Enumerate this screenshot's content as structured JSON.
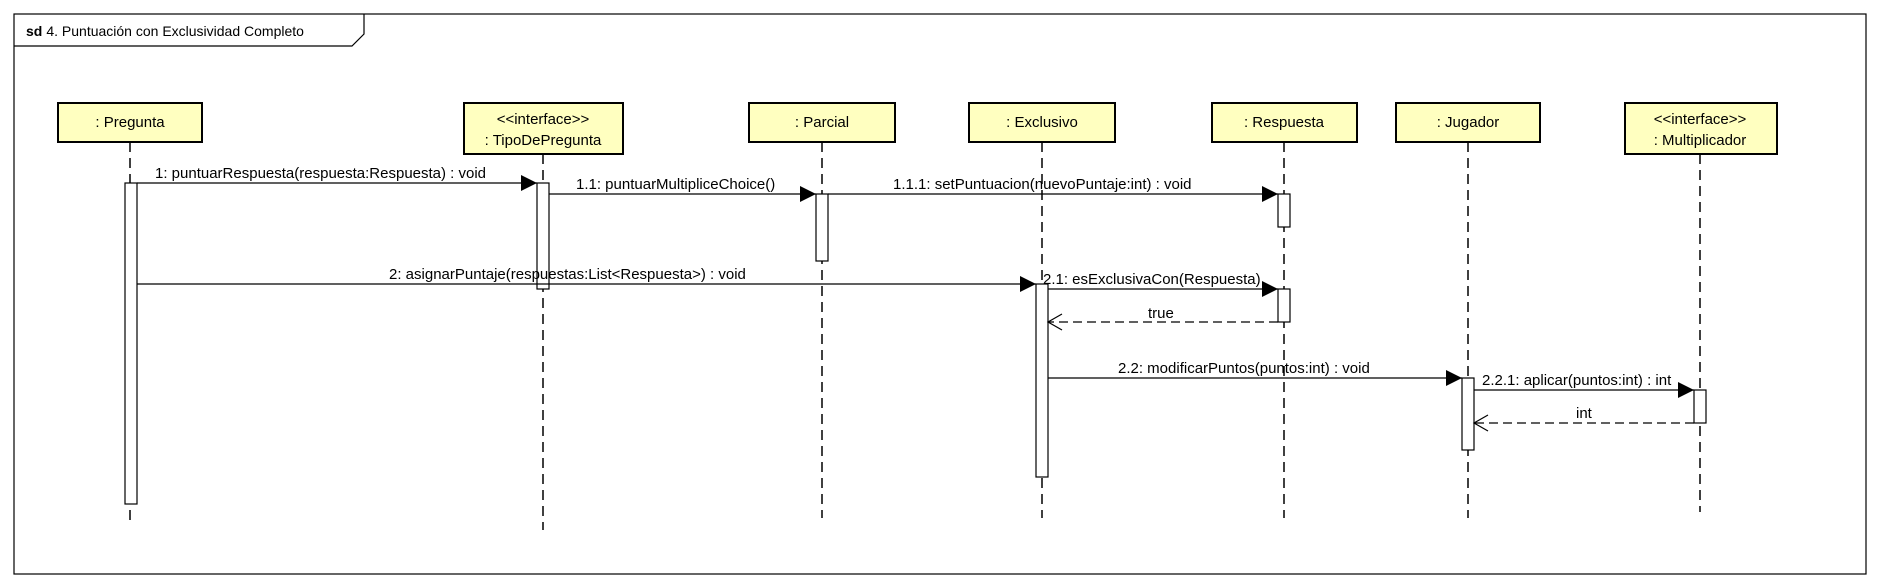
{
  "frame": {
    "keyword": "sd",
    "title": "4. Puntuación con Exclusividad Completo"
  },
  "colors": {
    "lifeline_fill": "#ffffc0",
    "stroke": "#000000",
    "background": "#ffffff"
  },
  "lifelines": [
    {
      "id": "pregunta",
      "stereotype": "",
      "name": ": Pregunta"
    },
    {
      "id": "tipo",
      "stereotype": "<<interface>>",
      "name": ": TipoDePregunta"
    },
    {
      "id": "parcial",
      "stereotype": "",
      "name": ": Parcial"
    },
    {
      "id": "exclusivo",
      "stereotype": "",
      "name": ": Exclusivo"
    },
    {
      "id": "respuesta",
      "stereotype": "",
      "name": ": Respuesta"
    },
    {
      "id": "jugador",
      "stereotype": "",
      "name": ": Jugador"
    },
    {
      "id": "mult",
      "stereotype": "<<interface>>",
      "name": ": Multiplicador"
    }
  ],
  "messages": [
    {
      "id": "m1",
      "from": "pregunta",
      "to": "tipo",
      "kind": "sync",
      "label": "1: puntuarRespuesta(respuesta:Respuesta) : void"
    },
    {
      "id": "m11",
      "from": "tipo",
      "to": "parcial",
      "kind": "sync",
      "label": "1.1: puntuarMultipliceChoice()"
    },
    {
      "id": "m111",
      "from": "parcial",
      "to": "respuesta",
      "kind": "sync",
      "label": "1.1.1: setPuntuacion(nuevoPuntaje:int) : void"
    },
    {
      "id": "m2",
      "from": "pregunta",
      "to": "exclusivo",
      "kind": "sync",
      "label": "2: asignarPuntaje(respuestas:List<Respuesta>) : void"
    },
    {
      "id": "m21",
      "from": "exclusivo",
      "to": "respuesta",
      "kind": "sync",
      "label": "2.1: esExclusivaCon(Respuesta)"
    },
    {
      "id": "m21r",
      "from": "respuesta",
      "to": "exclusivo",
      "kind": "reply",
      "label": "true"
    },
    {
      "id": "m22",
      "from": "exclusivo",
      "to": "jugador",
      "kind": "sync",
      "label": "2.2: modificarPuntos(puntos:int) : void"
    },
    {
      "id": "m221",
      "from": "jugador",
      "to": "mult",
      "kind": "sync",
      "label": "2.2.1: aplicar(puntos:int) : int"
    },
    {
      "id": "m221r",
      "from": "mult",
      "to": "jugador",
      "kind": "reply",
      "label": "int"
    }
  ]
}
